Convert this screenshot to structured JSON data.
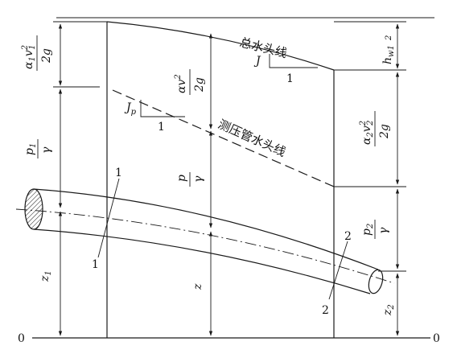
{
  "labels": {
    "total_head_line": "总水头线",
    "piezometric_line": "测压管水头线",
    "J": "J",
    "Jp": "J",
    "Jp_sub": "p",
    "one_a": "1",
    "one_b": "1",
    "section1_top": "1",
    "section1_bottom": "1",
    "section2_top": "2",
    "section2_bottom": "2",
    "datum_left": "0",
    "datum_right": "0",
    "z": "z",
    "z1": "z",
    "z1_sub": "1",
    "z2": "z",
    "z2_sub": "2",
    "hw": "h",
    "hw_sub": "w1",
    "hw_sup": "2",
    "a1v1_num": "α",
    "a1v1_sub1": "1",
    "a1v1_v": "v",
    "a1v1_vsub": "1",
    "a1v1_vsup": "2",
    "a1v1_den": "2g",
    "av2_num": "αv",
    "av2_sup": "2",
    "av2_den": "2g",
    "a2v2_num": "α",
    "a2v2_sub1": "2",
    "a2v2_v": "v",
    "a2v2_vsub": "2",
    "a2v2_vsup": "2",
    "a2v2_den": "2g",
    "p1_num": "p",
    "p1_sub": "1",
    "p1_den": "γ",
    "p_num": "p",
    "p_den": "γ",
    "p2_num": "p",
    "p2_sub": "2",
    "p2_den": "γ"
  }
}
